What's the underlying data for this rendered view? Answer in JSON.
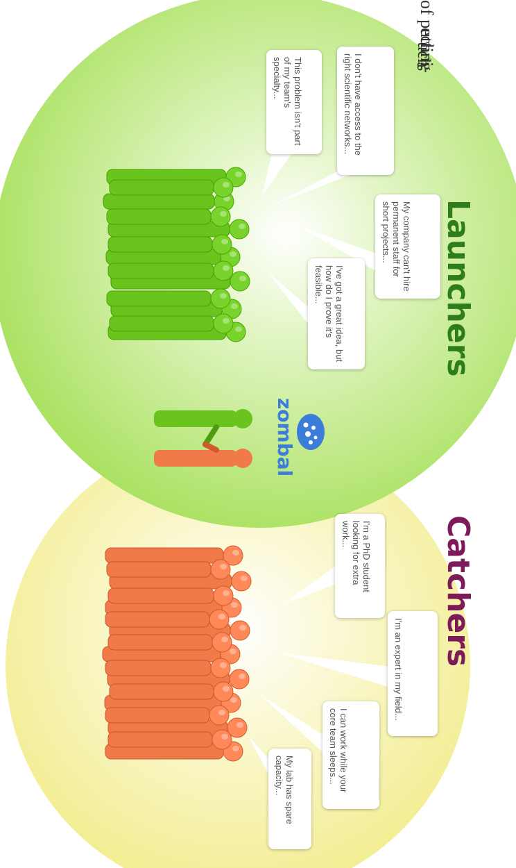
{
  "edge_fragments": [
    "of putting",
    "echni-",
    "uch"
  ],
  "launchers": {
    "title": "Launchers",
    "title_color": "#2e7d1a",
    "figure_color": "#69c41e",
    "bubbles": [
      "This problem isn't part of my team's specialty...",
      "I don't have access to the right scientific networks...",
      "My company can't hire permanent staff for short projects...",
      "I've got a great idea, but how do I prove it's feasible..."
    ]
  },
  "catchers": {
    "title": "Catchers",
    "title_color": "#7d1a5a",
    "figure_color": "#f07a4a",
    "bubbles": [
      "I'm a PhD student looking for extra work...",
      "I'm an expert in my field...",
      "I can work while your core team sleeps...",
      "My lab has spare capacity..."
    ]
  },
  "brand": {
    "name": "zombal",
    "color": "#3b7dd8"
  }
}
